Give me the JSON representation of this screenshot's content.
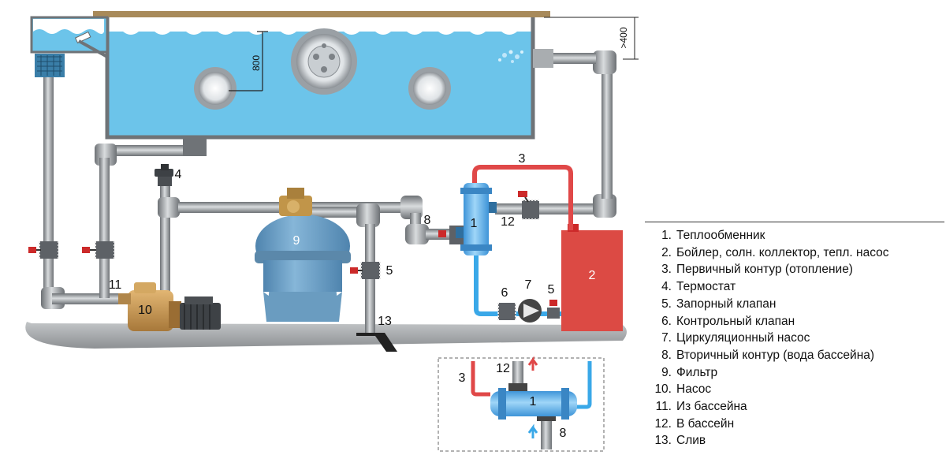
{
  "dimensions": {
    "depth": "800",
    "rim": ">400"
  },
  "callouts": {
    "heat_exchanger": "1",
    "boiler": "2",
    "primary_circuit": "3",
    "thermostat": "4",
    "shutoff_valve_a": "5",
    "shutoff_valve_b": "5",
    "check_valve": "6",
    "circulation_pump": "7",
    "secondary_circuit": "8",
    "filter": "9",
    "pump": "10",
    "from_pool": "11",
    "to_pool": "12",
    "drain": "13"
  },
  "inset": {
    "primary": "3",
    "to_pool": "12",
    "exchanger": "1",
    "secondary": "8"
  },
  "legend": [
    {
      "n": "1.",
      "text": "Теплообменник"
    },
    {
      "n": "2.",
      "text": "Бойлер, солн. коллектор, тепл. насос"
    },
    {
      "n": "3.",
      "text": "Первичный контур (отопление)"
    },
    {
      "n": "4.",
      "text": "Термостат"
    },
    {
      "n": "5.",
      "text": "Запорный клапан"
    },
    {
      "n": "6.",
      "text": "Контрольный клапан"
    },
    {
      "n": "7.",
      "text": "Циркуляционный насос"
    },
    {
      "n": "8.",
      "text": "Вторичный контур (вода  бассейна)"
    },
    {
      "n": "9.",
      "text": "Фильтр"
    },
    {
      "n": "10.",
      "text": "Насос"
    },
    {
      "n": "11.",
      "text": "Из бассейна"
    },
    {
      "n": "12.",
      "text": "В бассейн"
    },
    {
      "n": "13.",
      "text": "Слив"
    }
  ],
  "colors": {
    "water": "#6cc4ea",
    "pipe_grey": "#8a8e92",
    "hot_pipe": "#e04848",
    "cold_pipe": "#3aa8e8",
    "boiler": "#dc4a44",
    "filter": "#6a9cc0",
    "pump_body": "#c8964a",
    "ground": "#a6a9ac"
  }
}
